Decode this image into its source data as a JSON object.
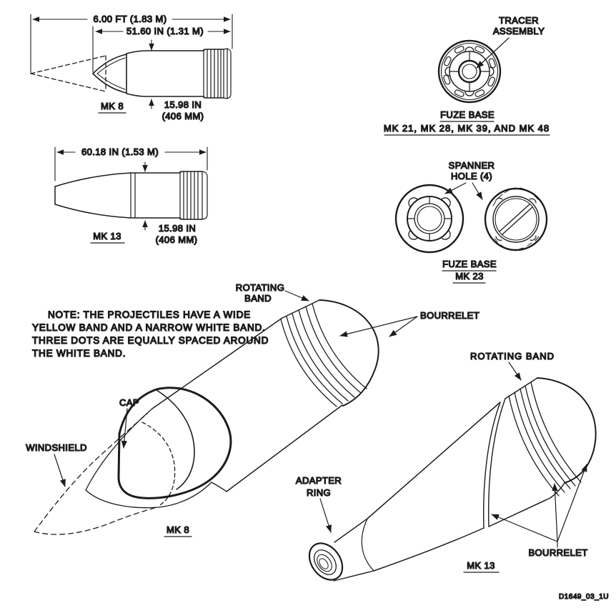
{
  "palette": {
    "ink": "#1c1c1c",
    "paper": "#ffffff"
  },
  "figure_code": "D1649_03_1U",
  "note": {
    "line1": "NOTE:  THE PROJECTILES HAVE A WIDE",
    "line2": "YELLOW BAND AND A NARROW WHITE BAND.",
    "line3": "THREE DOTS ARE EQUALLY SPACED AROUND",
    "line4": "THE WHITE BAND."
  },
  "mk8_side": {
    "overall_length": "6.00 FT (1.83 M)",
    "body_length": "51.60 IN (1.31 M)",
    "diameter_in": "15.98 IN",
    "diameter_mm": "(406 MM)",
    "label": "MK 8"
  },
  "mk13_side": {
    "overall_length": "60.18 IN (1.53 M)",
    "diameter_in": "15.98 IN",
    "diameter_mm": "(406 MM)",
    "label": "MK 13"
  },
  "fuze_base_group1": {
    "callout_line1": "TRACER",
    "callout_line2": "ASSEMBLY",
    "title": "FUZE BASE",
    "models": "MK 21, MK 28, MK 39, AND MK 48"
  },
  "fuze_base_mk23": {
    "callout_line1": "SPANNER",
    "callout_line2": "HOLE (4)",
    "title": "FUZE BASE",
    "models": "MK 23"
  },
  "mk8_perspective": {
    "rotating_band_line1": "ROTATING",
    "rotating_band_line2": "BAND",
    "bourrelet": "BOURRELET",
    "cap": "CAP",
    "windshield": "WINDSHIELD",
    "label": "MK 8"
  },
  "mk13_perspective": {
    "rotating_band": "ROTATING BAND",
    "adapter_line1": "ADAPTER",
    "adapter_line2": "RING",
    "bourrelet": "BOURRELET",
    "label": "MK 13"
  }
}
